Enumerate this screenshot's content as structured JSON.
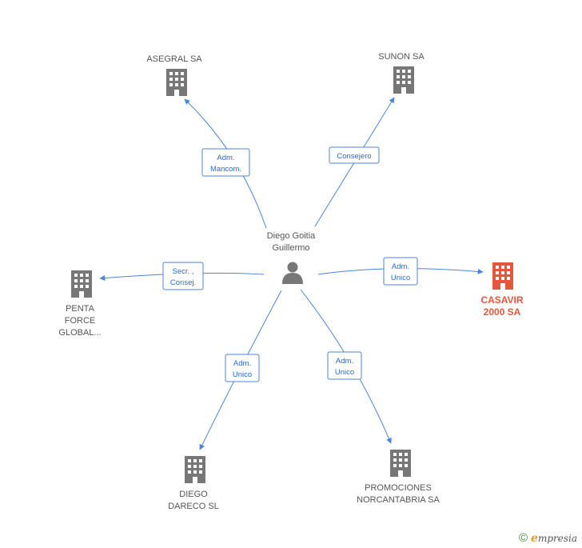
{
  "center": {
    "name_lines": [
      "Diego Goitia",
      "Guillermo"
    ],
    "icon": "person-icon"
  },
  "companies": [
    {
      "id": "asegral",
      "label_lines": [
        "ASEGRAL SA"
      ],
      "icon": "building-icon",
      "color": "#777777"
    },
    {
      "id": "sunon",
      "label_lines": [
        "SUNON SA"
      ],
      "icon": "building-icon",
      "color": "#777777"
    },
    {
      "id": "penta",
      "label_lines": [
        "PENTA",
        "FORCE",
        "GLOBAL..."
      ],
      "icon": "building-icon",
      "color": "#777777"
    },
    {
      "id": "casavir",
      "label_lines": [
        "CASAVIR",
        "2000 SA"
      ],
      "icon": "building-icon",
      "color": "#e5573a",
      "highlight": true
    },
    {
      "id": "dareco",
      "label_lines": [
        "DIEGO",
        "DARECO SL"
      ],
      "icon": "building-icon",
      "color": "#777777"
    },
    {
      "id": "promociones",
      "label_lines": [
        "PROMOCIONES",
        "NORCANTABRIA SA"
      ],
      "icon": "building-icon",
      "color": "#777777"
    }
  ],
  "relations": [
    {
      "to": "asegral",
      "role_lines": [
        "Adm.",
        "Mancom."
      ]
    },
    {
      "to": "sunon",
      "role_lines": [
        "Consejero"
      ]
    },
    {
      "to": "penta",
      "role_lines": [
        "Secr. ,",
        "Consej."
      ]
    },
    {
      "to": "casavir",
      "role_lines": [
        "Adm.",
        "Unico"
      ]
    },
    {
      "to": "dareco",
      "role_lines": [
        "Adm.",
        "Unico"
      ]
    },
    {
      "to": "promociones",
      "role_lines": [
        "Adm.",
        "Unico"
      ]
    }
  ],
  "colors": {
    "edge": "#4a86d8",
    "node": "#777777",
    "highlight": "#e5573a"
  },
  "footer": {
    "copyright": "©",
    "brand_initial": "e",
    "brand_rest": "mpresia"
  }
}
